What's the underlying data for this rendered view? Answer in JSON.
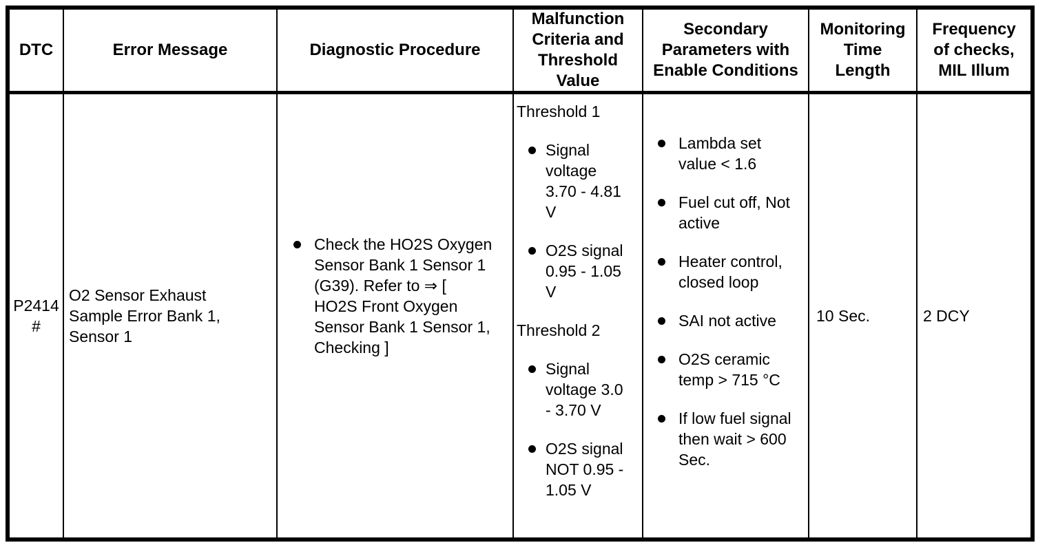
{
  "colors": {
    "border": "#000000",
    "background": "#ffffff",
    "text": "#000000"
  },
  "table": {
    "headers": [
      "DTC",
      "Error Message",
      "Diagnostic Procedure",
      "Malfunction Criteria and Threshold Value",
      "Secondary Parameters with Enable Conditions",
      "Monitoring Time Length",
      "Frequency of checks, MIL Illum"
    ],
    "row": {
      "dtc": "P2414 #",
      "error_message": "O2 Sensor Exhaust Sample Error Bank 1, Sensor 1",
      "diagnostic_procedure": {
        "bullet_lines": [
          "Check the HO2S Oxygen Sensor Bank 1 Sensor 1 (G39). Refer to ⇒ [",
          "HO2S Front Oxygen Sensor Bank 1 Sensor 1, Checking ]"
        ]
      },
      "malfunction_criteria": {
        "sections": [
          {
            "title": "Threshold 1",
            "bullets": [
              "Signal voltage 3.70 - 4.81 V",
              "O2S signal 0.95 - 1.05 V"
            ]
          },
          {
            "title": "Threshold 2",
            "bullets": [
              "Signal voltage 3.0 - 3.70 V",
              "O2S signal NOT 0.95 - 1.05 V"
            ]
          }
        ]
      },
      "secondary_parameters": [
        "Lambda set value < 1.6",
        "Fuel cut off, Not active",
        "Heater control, closed loop",
        "SAI not active",
        "O2S ceramic temp > 715 °C",
        "If low fuel signal then wait > 600 Sec."
      ],
      "monitoring_time_length": "10 Sec.",
      "frequency_of_checks": "2 DCY"
    }
  }
}
